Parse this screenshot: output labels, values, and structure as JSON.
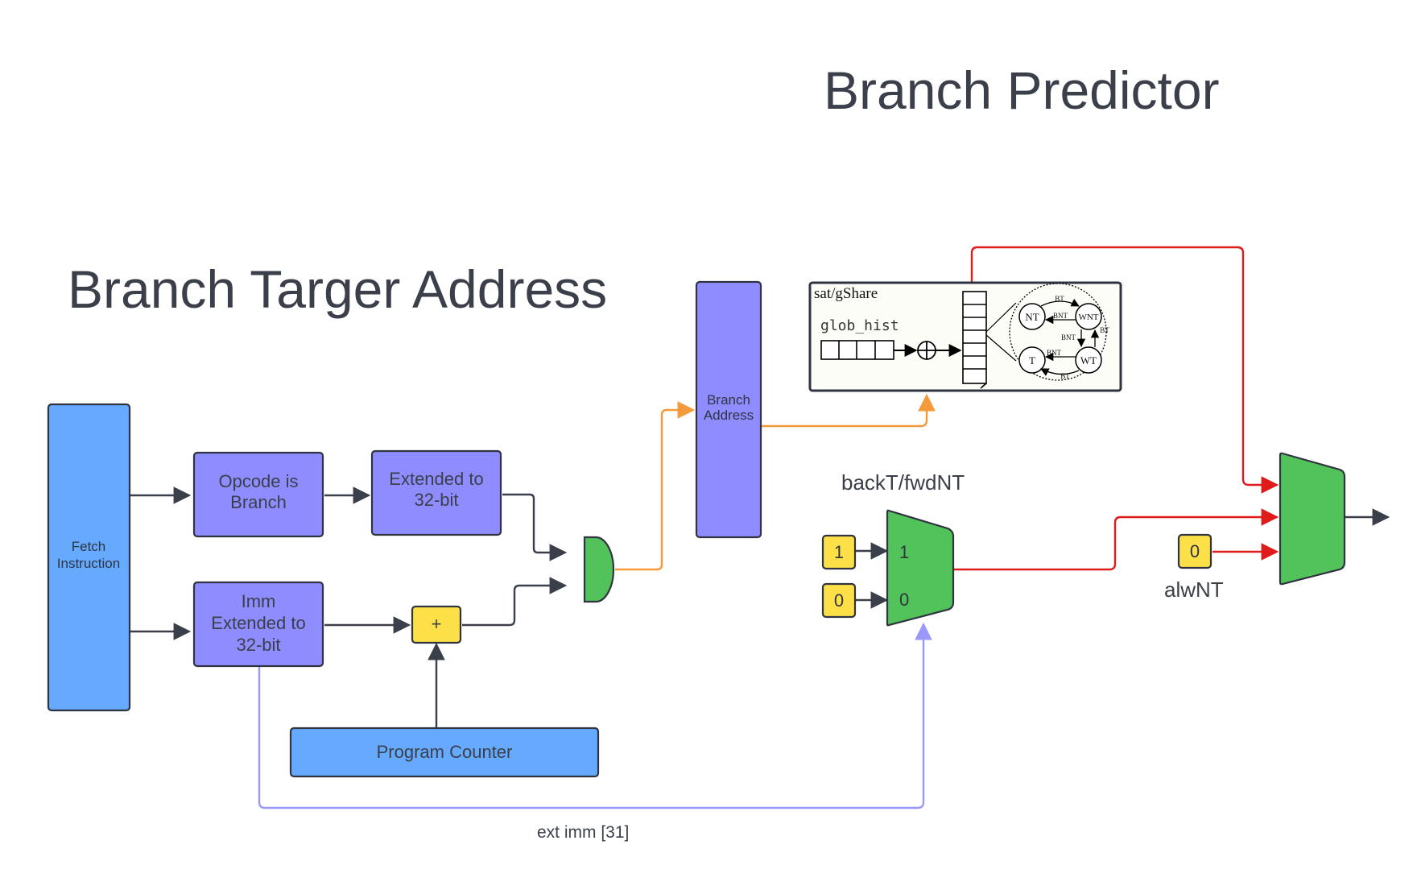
{
  "titles": {
    "branch_target": "Branch Targer Address",
    "branch_predictor": "Branch Predictor"
  },
  "blocks": {
    "fetch": [
      "Fetch",
      "Instruction"
    ],
    "opcode": [
      "Opcode is",
      "Branch"
    ],
    "extended": [
      "Extended to",
      "32-bit"
    ],
    "imm_extended": [
      "Imm",
      "Extended to",
      "32-bit"
    ],
    "adder": "+",
    "program_counter": "Program Counter",
    "branch_address": [
      "Branch",
      "Address"
    ]
  },
  "predictor": {
    "label": "sat/gShare",
    "glob_hist": "glob_hist",
    "states": {
      "nt": "NT",
      "wnt": "WNT",
      "t": "T",
      "wt": "WT"
    },
    "edges": {
      "bt": "BT",
      "bnt": "BNT"
    }
  },
  "mux_backT": {
    "label": "backT/fwdNT",
    "const_1": "1",
    "const_0": "0",
    "in_1": "1",
    "in_0": "0"
  },
  "alwNT": {
    "const": "0",
    "label": "alwNT"
  },
  "wire_labels": {
    "ext_imm": "ext imm [31]"
  },
  "colors": {
    "blue_block": "#66aaff",
    "purple_block": "#8f8cff",
    "green_mux": "#52c25a",
    "yellow_const": "#fde047",
    "wire_dark": "#3a3f4a",
    "wire_orange": "#f59a3a",
    "wire_red": "#e01b1b",
    "wire_purple": "#9a97ff"
  }
}
